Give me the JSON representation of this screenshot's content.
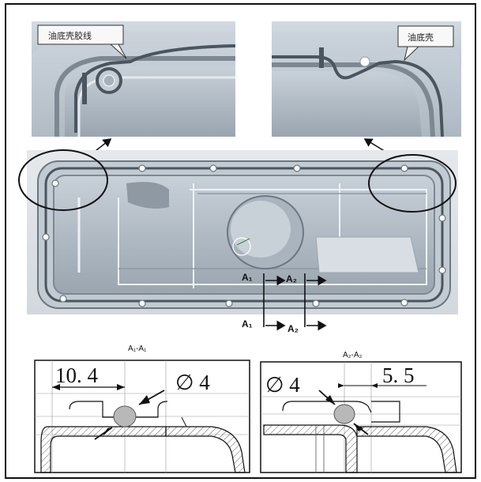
{
  "callouts": {
    "left_label": "油底壳胶线",
    "right_label": "油底壳"
  },
  "sections": {
    "a1_top": "A₁",
    "a2_top": "A₂",
    "a1_bottom": "A₁",
    "a2_bottom": "A₂"
  },
  "details": {
    "left": {
      "title": "A₁-A₁",
      "dim_length": "10. 4",
      "dim_diameter": "∅ 4"
    },
    "right": {
      "title": "A₂-A₂",
      "dim_diameter": "∅ 4",
      "dim_length": "5. 5"
    }
  },
  "colors": {
    "pan_metal": "#b4bfca",
    "pan_dark": "#7d8893",
    "seal_line": "#4a5560",
    "bead_fill": "#b8b8b8"
  }
}
